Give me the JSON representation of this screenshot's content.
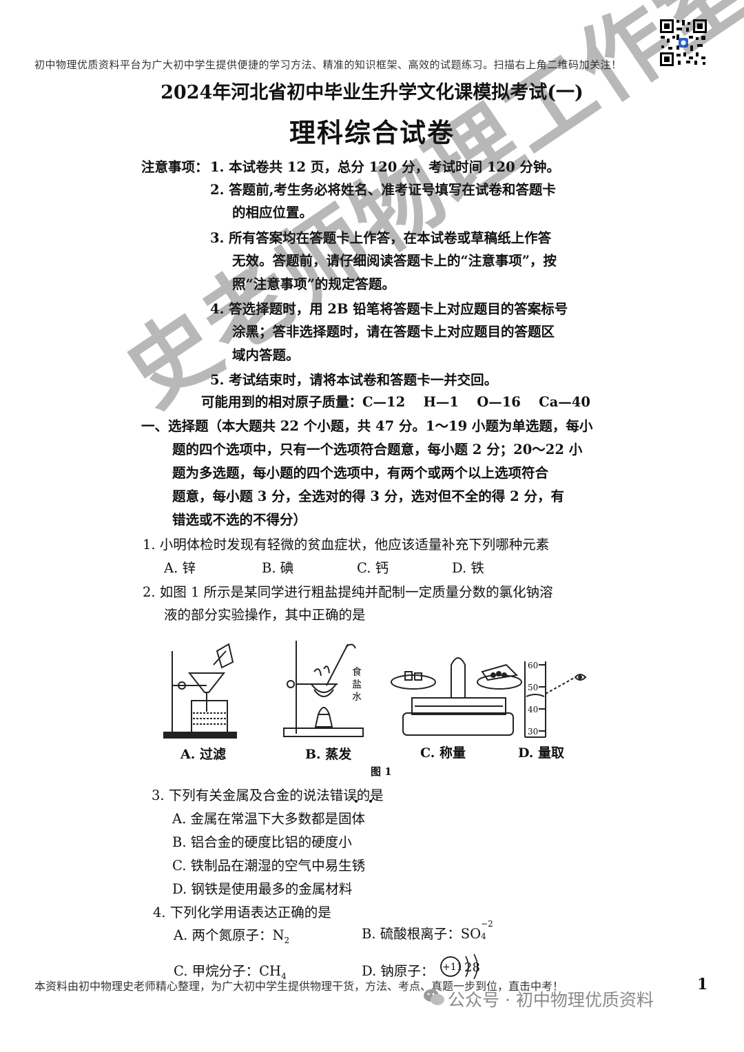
{
  "header": {
    "note": "初中物理优质资料平台为广大初中学生提供便捷的学习方法、精准的知识框架、高效的试题练习。扫描右上角二维码加关注！",
    "title": "2024年河北省初中毕业生升学文化课模拟考试(一)",
    "subtitle": "理科综合试卷"
  },
  "notice": {
    "label": "注意事项：",
    "items": [
      "1. 本试卷共 12 页，总分 120 分，考试时间 120 分钟。",
      "2. 答题前,考生务必将姓名、准考证号填写在试卷和答题卡",
      "的相应位置。",
      "3. 所有答案均在答题卡上作答，在本试卷或草稿纸上作答",
      "无效。答题前，请仔细阅读答题卡上的“注意事项”，按",
      "照“注意事项”的规定答题。",
      "4. 答选择题时，用 2B 铅笔将答题卡上对应题目的答案标号",
      "涂黑；答非选择题时，请在答题卡上对应题目的答题区",
      "域内答题。",
      "5. 考试结束时，请将本试卷和答题卡一并交回。"
    ],
    "atomic_mass": "可能用到的相对原子质量：C—12　 H—1　 O—16　 Ca—40"
  },
  "section1": {
    "lines": [
      "一、选择题（本大题共 22 个小题，共 47 分。1～19 小题为单选题，每小",
      "题的四个选项中，只有一个选项符合题意，每小题 2 分；20～22 小",
      "题为多选题，每小题的四个选项中，有两个或两个以上选项符合",
      "题意，每小题 3 分，全选对的得 3 分，选对但不全的得 2 分，有",
      "错选或不选的不得分）"
    ]
  },
  "q1": {
    "stem": "1. 小明体检时发现有轻微的贫血症状，他应该适量补充下列哪种元素",
    "options": [
      "A. 锌",
      "B. 碘",
      "C. 钙",
      "D. 铁"
    ]
  },
  "q2": {
    "stem1": "2. 如图 1 所示是某同学进行粗盐提纯并配制一定质量分数的氯化钠溶",
    "stem2": "液的部分实验操作，其中正确的是",
    "figure_caption": "图 1",
    "panels": [
      "A. 过滤",
      "B. 蒸发",
      "C. 称量",
      "D. 量取"
    ],
    "salt_label": [
      "食",
      "盐",
      "水"
    ],
    "cylinder_ticks": [
      "60",
      "50",
      "40",
      "30"
    ]
  },
  "q3": {
    "stem": "3. 下列有关金属及合金的说法错误的是",
    "options": [
      "A. 金属在常温下大多数都是固体",
      "B. 铝合金的硬度比铝的硬度小",
      "C. 铁制品在潮湿的空气中易生锈",
      "D. 钢铁是使用最多的金属材料"
    ]
  },
  "q4": {
    "stem": "4. 下列化学用语表达正确的是",
    "a_text": "A. 两个氮原子：N",
    "a_sub": "2",
    "b_text": "B. 硫酸根离子：SO",
    "b_sub": "4",
    "b_sup": "−2",
    "c_text": "C. 甲烷分子：CH",
    "c_sub": "4",
    "d_text": "D. 钠原子：",
    "d_nucleus": "+11",
    "d_shells": "28"
  },
  "watermark": "史老师物理工作室",
  "footer": {
    "text": "本资料由初中物理史老师精心整理，为广大初中学生提供物理干货，方法、考点、真题一步到位，直击中考！",
    "page": "1",
    "wechat": "公众号 · 初中物理优质资料"
  }
}
